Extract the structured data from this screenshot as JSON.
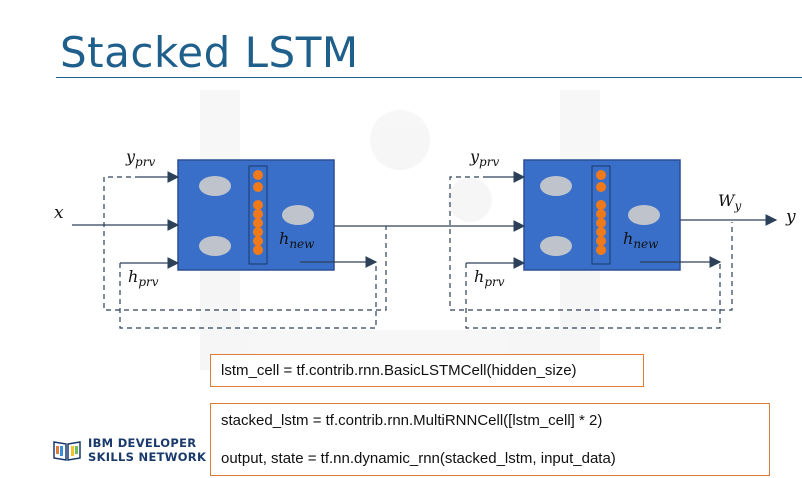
{
  "slide": {
    "title": "Stacked LSTM"
  },
  "diagram": {
    "input_label": "x",
    "output_label": "y",
    "cell1": {
      "yprev_label": "y",
      "yprev_sub": "prv",
      "hprev_label": "h",
      "hprev_sub": "prv",
      "hnew_label": "h",
      "hnew_sub": "new"
    },
    "cell2": {
      "yprev_label": "y",
      "yprev_sub": "prv",
      "hprev_label": "h",
      "hprev_sub": "prv",
      "hnew_label": "h",
      "hnew_sub": "new",
      "weight_label": "W",
      "weight_sub": "y"
    },
    "colors": {
      "cell_fill": "#3a6fc9",
      "cell_border": "#2a4f94",
      "unit": "#f07a1a",
      "gate": "#bfc4cc",
      "arrow": "#2d4059"
    }
  },
  "code": {
    "line1": "lstm_cell = tf.contrib.rnn.BasicLSTMCell(hidden_size)",
    "line2": "stacked_lstm = tf.contrib.rnn.MultiRNNCell([lstm_cell] * 2)",
    "line3": "output, state = tf.nn.dynamic_rnn(stacked_lstm, input_data)"
  },
  "logo": {
    "line1": "IBM DEVELOPER",
    "line2": "SKILLS NETWORK"
  }
}
